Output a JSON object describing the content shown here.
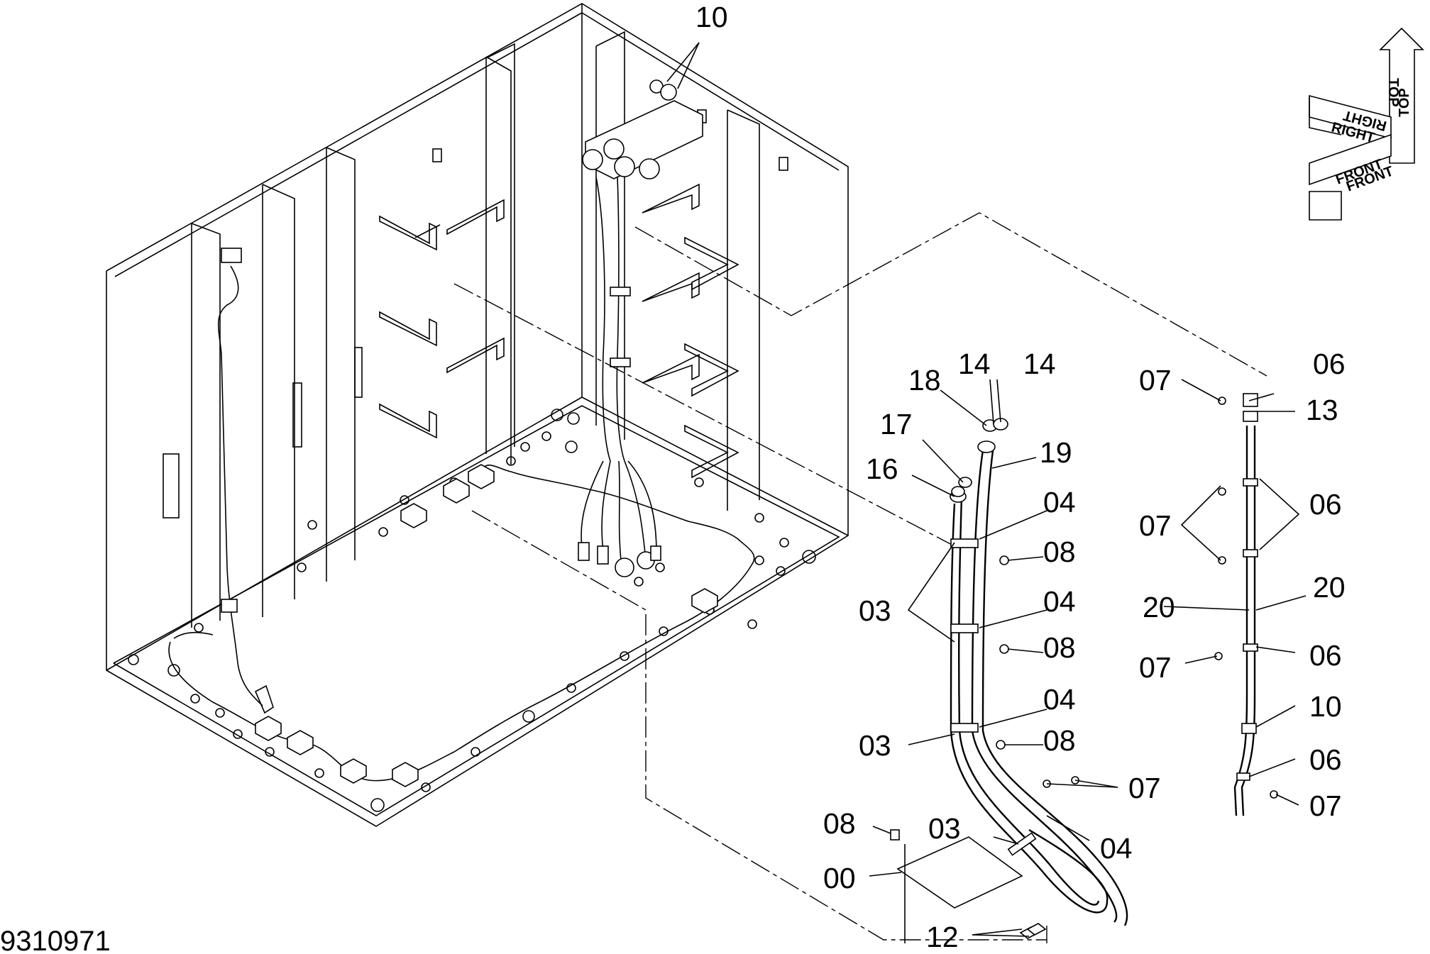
{
  "drawing_number": "9310971",
  "orientation": {
    "top_label": "TOP",
    "top_label_mirror": "TOP",
    "right_label": "RIGHT",
    "right_label_mirror": "RIGHT",
    "front_label": "FRONT",
    "front_label_mirror": "FRONT"
  },
  "callouts": {
    "c00": "00",
    "c03a": "03",
    "c03b": "03",
    "c03c": "03",
    "c04a": "04",
    "c04b": "04",
    "c04c": "04",
    "c04d": "04",
    "c06a": "06",
    "c06b": "06",
    "c06c": "06",
    "c06d": "06",
    "c07a": "07",
    "c07b": "07",
    "c07c": "07",
    "c07d": "07",
    "c07e": "07",
    "c08a": "08",
    "c08b": "08",
    "c08c": "08",
    "c08d": "08",
    "c10a": "10",
    "c10b": "10",
    "c12": "12",
    "c13": "13",
    "c14a": "14",
    "c14b": "14",
    "c16": "16",
    "c17": "17",
    "c18": "18",
    "c19": "19",
    "c20a": "20",
    "c20b": "20"
  }
}
